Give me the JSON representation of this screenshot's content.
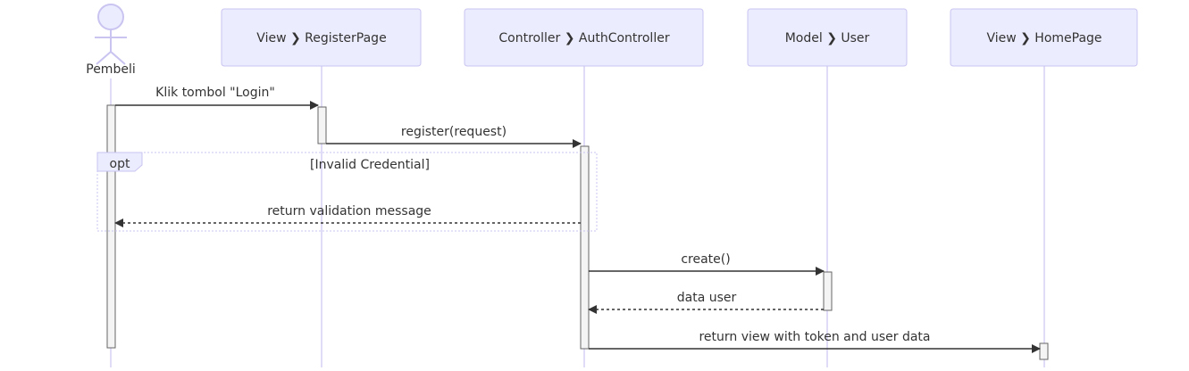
{
  "colors": {
    "participant_fill": "#ececff",
    "participant_stroke": "#c9c4f0",
    "lifeline": "#d6d1f5",
    "activation_fill": "#f4f4f4",
    "activation_stroke": "#666666",
    "message_line": "#333333",
    "opt_border": "#c9c4f0",
    "text": "#333333"
  },
  "actor": {
    "name": "Pembeli",
    "icon": "person-stick-figure-icon"
  },
  "participants": [
    {
      "label": "View ❯ RegisterPage"
    },
    {
      "label": "Controller ❯ AuthController"
    },
    {
      "label": "Model ❯ User"
    },
    {
      "label": "View ❯ HomePage"
    }
  ],
  "messages": [
    {
      "from": "Pembeli",
      "to": "View ❯ RegisterPage",
      "text": "Klik tombol \"Login\"",
      "style": "solid"
    },
    {
      "from": "View ❯ RegisterPage",
      "to": "Controller ❯ AuthController",
      "text": "register(request)",
      "style": "solid"
    },
    {
      "from": "Controller ❯ AuthController",
      "to": "Pembeli",
      "text": "return validation message",
      "style": "dashed"
    },
    {
      "from": "Controller ❯ AuthController",
      "to": "Model ❯ User",
      "text": "create()",
      "style": "solid"
    },
    {
      "from": "Model ❯ User",
      "to": "Controller ❯ AuthController",
      "text": "data user",
      "style": "dashed"
    },
    {
      "from": "Controller ❯ AuthController",
      "to": "View ❯ HomePage",
      "text": "return view with token and user data",
      "style": "solid"
    }
  ],
  "fragment": {
    "keyword": "opt",
    "condition": "[Invalid Credential]"
  }
}
